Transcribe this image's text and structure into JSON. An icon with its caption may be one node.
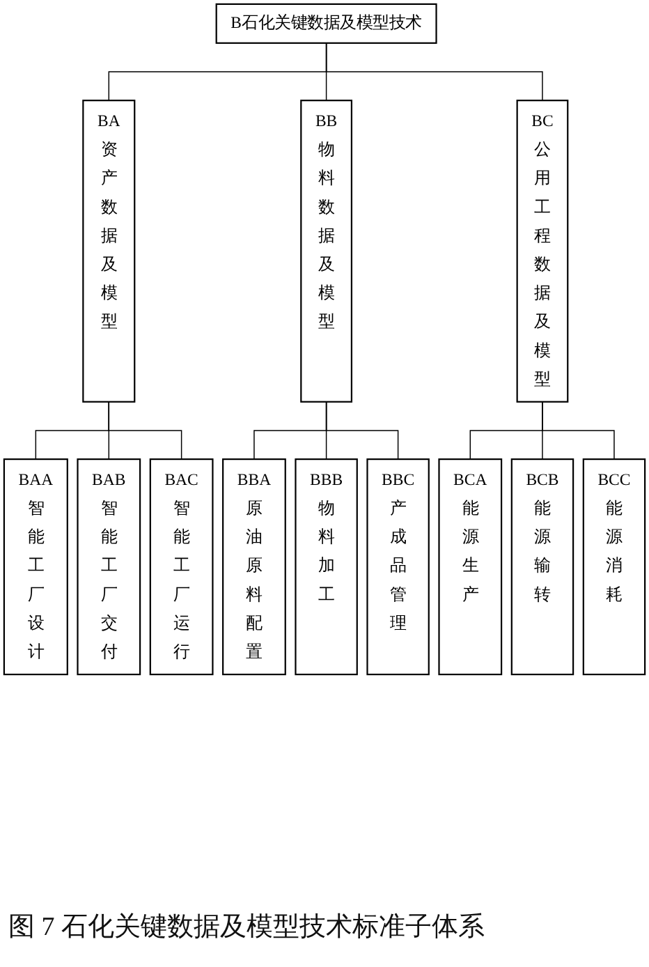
{
  "diagram": {
    "nodes": [
      {
        "text": [
          "B石化关键数据及模型技术"
        ]
      },
      {
        "text": [
          "BA资产数据及模型"
        ]
      },
      {
        "text": [
          "BB物料数据及模型"
        ]
      },
      {
        "text": [
          "BC公用工程数据及模型"
        ]
      },
      {
        "text": [
          "BAA智能工厂设计"
        ]
      },
      {
        "text": [
          "BAB智能工厂交付"
        ]
      },
      {
        "text": [
          "BAC智能工厂运行"
        ]
      },
      {
        "text": [
          "BBA原油原料配置"
        ]
      },
      {
        "text": [
          "BBB物料加工"
        ]
      },
      {
        "text": [
          "BBC产成品管理"
        ]
      },
      {
        "text": [
          "BCA能源生产"
        ]
      },
      {
        "text": [
          "BCB能源输转"
        ]
      },
      {
        "text": [
          "BCC能源消耗"
        ]
      }
    ],
    "edges": [
      {
        "from": 0,
        "to": 1,
        "arrow": "none"
      },
      {
        "from": 0,
        "to": 2,
        "arrow": "none"
      },
      {
        "from": 0,
        "to": 3,
        "arrow": "none"
      },
      {
        "from": 1,
        "to": 4,
        "arrow": "none"
      },
      {
        "from": 1,
        "to": 5,
        "arrow": "none"
      },
      {
        "from": 1,
        "to": 6,
        "arrow": "none"
      },
      {
        "from": 2,
        "to": 7,
        "arrow": "none"
      },
      {
        "from": 2,
        "to": 8,
        "arrow": "none"
      },
      {
        "from": 2,
        "to": 9,
        "arrow": "none"
      },
      {
        "from": 3,
        "to": 10,
        "arrow": "none"
      },
      {
        "from": 3,
        "to": 11,
        "arrow": "none"
      },
      {
        "from": 3,
        "to": 12,
        "arrow": "none"
      }
    ],
    "caption": "图 7 石化关键数据及模型技术标准子体系"
  }
}
